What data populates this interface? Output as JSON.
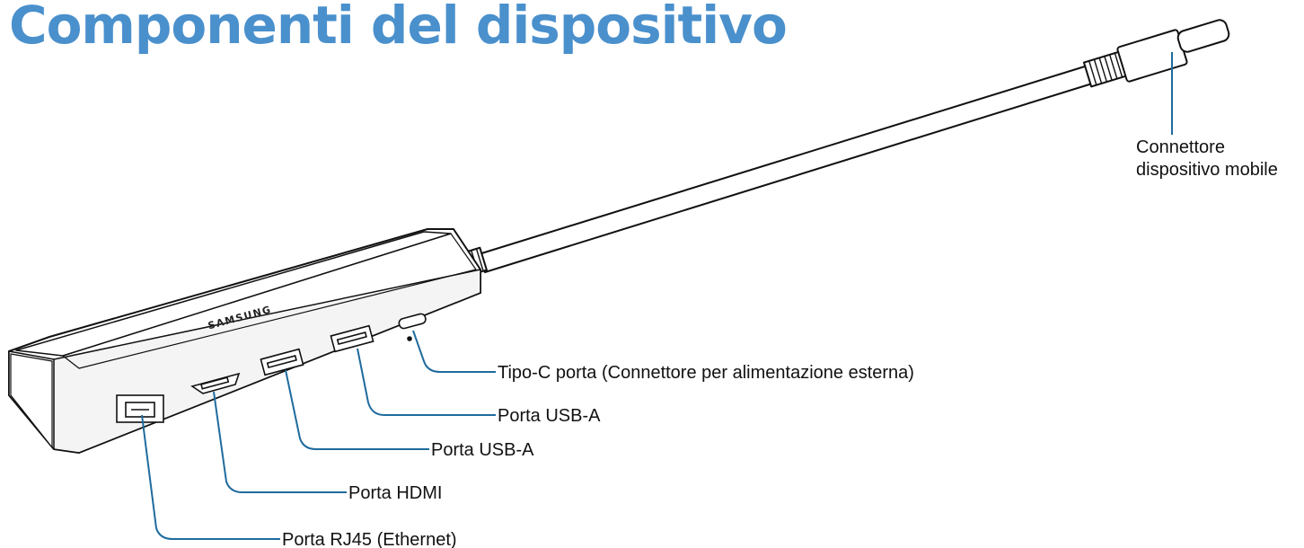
{
  "title": "Componenti del dispositivo",
  "brand": "SAMSUNG",
  "labels": {
    "connector_line1": "Connettore",
    "connector_line2": "dispositivo mobile",
    "typec": "Tipo-C porta (Connettore per alimentazione esterna)",
    "usb_a_1": "Porta USB-A",
    "usb_a_2": "Porta USB-A",
    "hdmi": "Porta HDMI",
    "rj45": "Porta RJ45 (Ethernet)"
  },
  "colors": {
    "title": "#4a90cc",
    "leader": "#1f6b9e",
    "outline": "#111111"
  }
}
